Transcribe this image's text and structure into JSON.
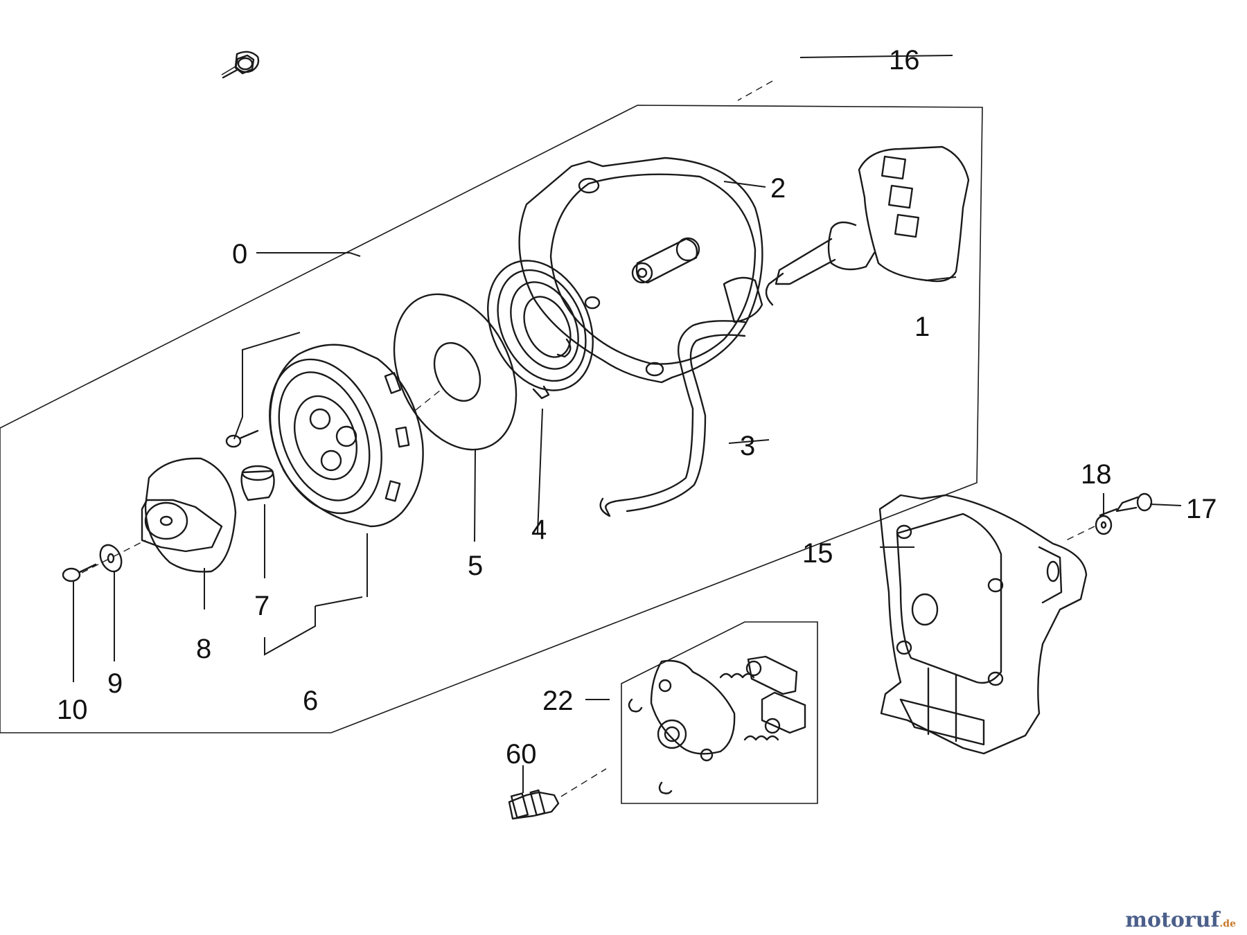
{
  "callouts": {
    "c0": "0",
    "c1": "1",
    "c2": "2",
    "c3": "3",
    "c4": "4",
    "c5": "5",
    "c6": "6",
    "c7": "7",
    "c8": "8",
    "c9": "9",
    "c10": "10",
    "c15": "15",
    "c16": "16",
    "c17": "17",
    "c18": "18",
    "c22": "22",
    "c60": "60"
  },
  "watermark": {
    "main": "motoruf",
    "tld": ".de"
  }
}
